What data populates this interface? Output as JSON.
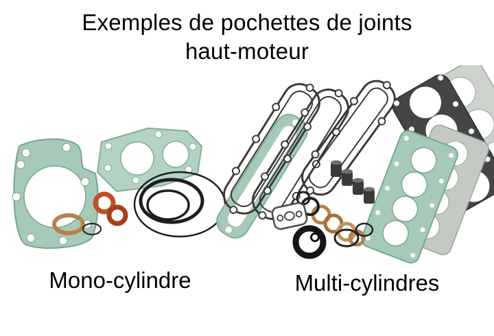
{
  "title": {
    "line1": "Exemples de pochettes de joints",
    "line2": "haut-moteur"
  },
  "captions": {
    "mono": "Mono-cylindre",
    "multi": "Multi-cylindres"
  },
  "illustration": {
    "left_kit": "mono-cylinder-gasket-kit",
    "right_kit": "multi-cylinder-gasket-kit"
  },
  "colors": {
    "background": "#ffffff",
    "text": "#000000",
    "gasket_teal": "#a7cab8",
    "gasket_teal_light": "#b3d2c2",
    "cover_gasket_dark": "#3a3a3a",
    "head_gasket_dark": "#454545",
    "head_gasket_gray": "#c3cac3",
    "copper": "#b5824a",
    "exhaust_ring_red": "#c04f28",
    "rubber_black": "#1e1e1e"
  }
}
